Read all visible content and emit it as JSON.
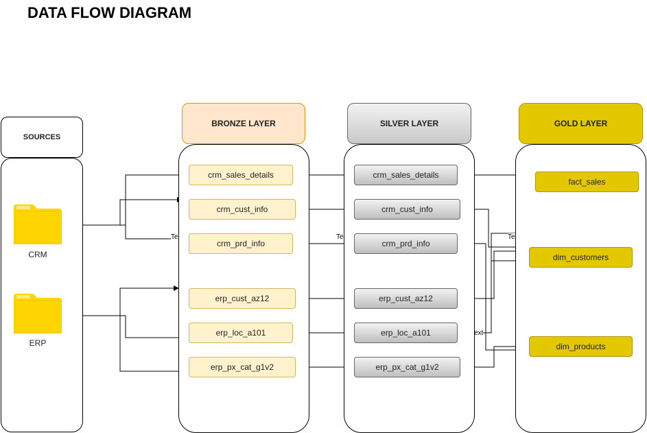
{
  "title": "DATA FLOW DIAGRAM",
  "sources": {
    "header": "SOURCES",
    "items": [
      {
        "label": "CRM"
      },
      {
        "label": "ERP"
      }
    ]
  },
  "bronze": {
    "header": "BRONZE LAYER",
    "tables": [
      "crm_sales_details",
      "crm_cust_info",
      "crm_prd_info",
      "erp_cust_az12",
      "erp_loc_a101",
      "erp_px_cat_g1v2"
    ]
  },
  "silver": {
    "header": "SILVER LAYER",
    "tables": [
      "crm_sales_details",
      "crm_cust_info",
      "crm_prd_info",
      "erp_cust_az12",
      "erp_loc_a101",
      "erp_px_cat_g1v2"
    ]
  },
  "gold": {
    "header": "GOLD LAYER",
    "tables": [
      "fact_sales",
      "dim_customers",
      "dim_products"
    ]
  },
  "edge_labels": {
    "crm_to_bronze": "Te",
    "bronze_to_silver": "Te",
    "silver_to_gold": "Te",
    "loc_to_gold": "Text"
  },
  "colors": {
    "bronze_header": "#ffe6cc",
    "silver_header": "#cccccc",
    "gold_header": "#e3c800",
    "folder": "#ffd500"
  }
}
